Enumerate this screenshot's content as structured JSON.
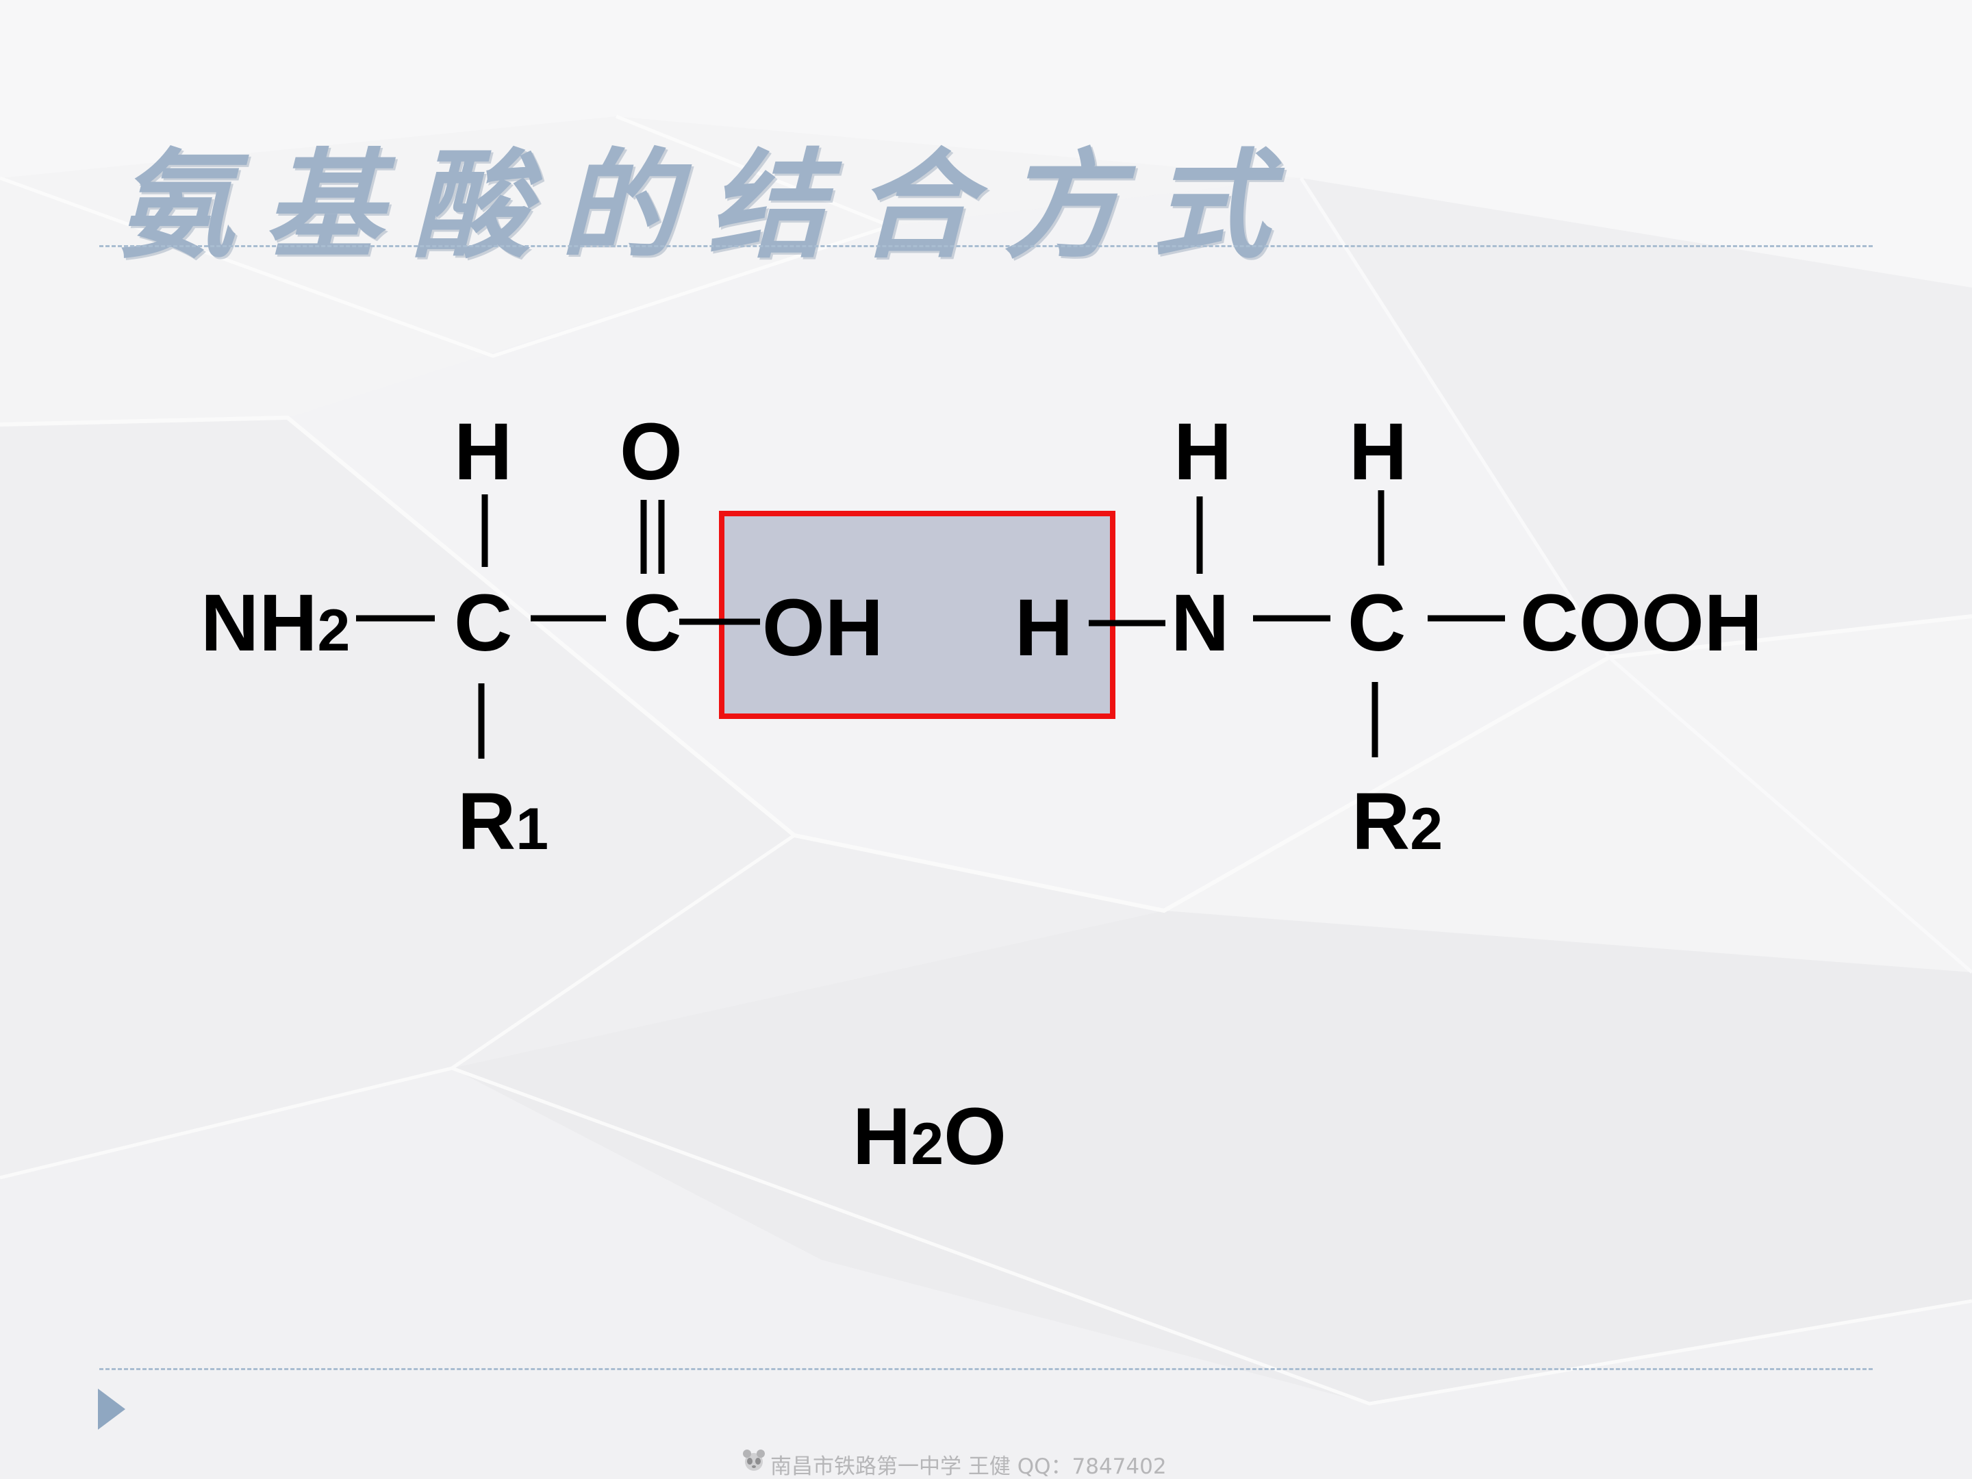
{
  "slide": {
    "title": "氨基酸的结合方式",
    "footer": "南昌市铁路第一中学  王健    QQ：7847402"
  },
  "molecule": {
    "nh2": "NH",
    "nh2_sub": "2",
    "c1": "C",
    "c1_h": "H",
    "r1": "R",
    "r1_sub": "1",
    "c2": "C",
    "c2_o": "O",
    "oh": "OH",
    "h_amine": "H",
    "n": "N",
    "n_h": "H",
    "c3": "C",
    "c3_h": "H",
    "r2": "R",
    "r2_sub": "2",
    "cooh": "COOH"
  },
  "product": {
    "h": "H",
    "sub": "2",
    "o": "O"
  },
  "colors": {
    "highlight_fill": "#c4c8d6",
    "highlight_border": "#ee1111",
    "title": "#9fb2c8",
    "dash": "#a9bdd1"
  }
}
